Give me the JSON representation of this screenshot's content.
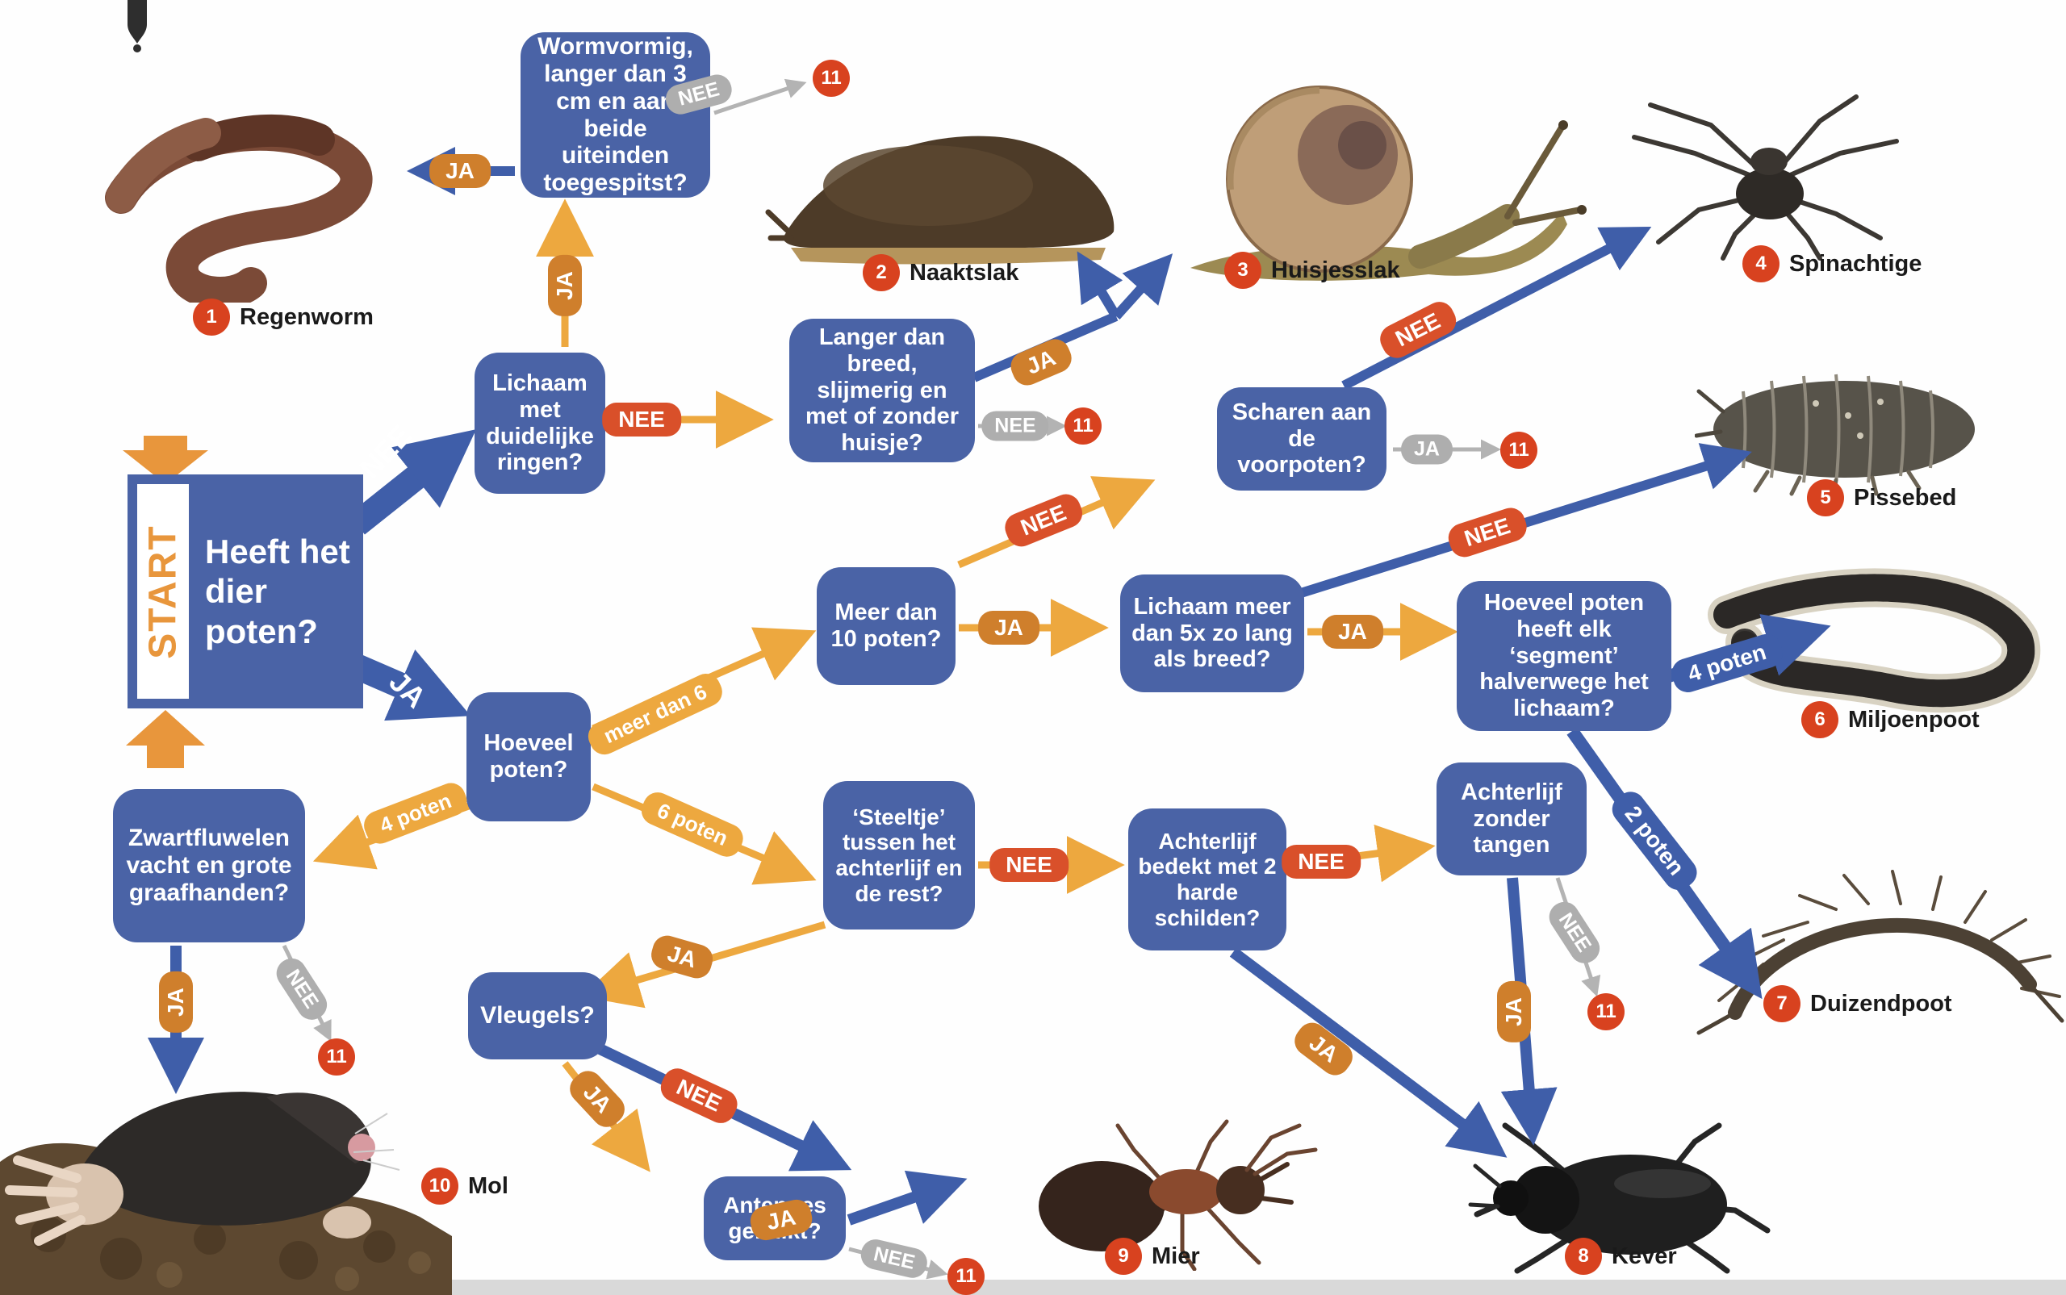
{
  "start": {
    "label": "START",
    "question": "Heeft het dier poten?",
    "nee": "NEE",
    "ja": "JA"
  },
  "questions": {
    "worm": "Wormvormig, langer dan 3 cm en aan beide uiteinden toegespitst?",
    "ringen": "Lichaam met duidelijke ringen?",
    "slijmerig": "Langer dan breed, slijmerig en met of zonder huisje?",
    "scharen": "Scharen aan de voorpoten?",
    "tien_poten": "Meer dan 10 poten?",
    "vijfx": "Lichaam meer dan 5x zo lang als breed?",
    "segment": "Hoeveel poten heeft elk ‘segment’ halverwege het lichaam?",
    "hoeveel_poten": "Hoeveel poten?",
    "vacht": "Zwartfluwelen vacht en grote graafhanden?",
    "steeltje": "‘Steeltje’ tussen het achterlijf en de rest?",
    "schilden": "Achterlijf bedekt met 2 harde schilden?",
    "tangen": "Achterlijf zonder tangen",
    "vleugels": "Vleugels?",
    "antennes": "Antennes geknikt?"
  },
  "labels": {
    "ja": "JA",
    "nee": "NEE",
    "meer_dan_6": "meer dan 6",
    "zes_poten": "6 poten",
    "vier_poten": "4 poten",
    "twee_poten": "2 poten"
  },
  "overflow_badge": "11",
  "animals": [
    {
      "num": "1",
      "name": "Regenworm"
    },
    {
      "num": "2",
      "name": "Naaktslak"
    },
    {
      "num": "3",
      "name": "Huisjesslak"
    },
    {
      "num": "4",
      "name": "Spinachtige"
    },
    {
      "num": "5",
      "name": "Pissebed"
    },
    {
      "num": "6",
      "name": "Miljoenpoot"
    },
    {
      "num": "7",
      "name": "Duizendpoot"
    },
    {
      "num": "8",
      "name": "Kever"
    },
    {
      "num": "9",
      "name": "Mier"
    },
    {
      "num": "10",
      "name": "Mol"
    }
  ],
  "colors": {
    "box_blue": "#4a63a6",
    "arrow_blue": "#3f5ea9",
    "arrow_orange": "#eda83f",
    "ja_orange": "#cf7f2c",
    "nee_red": "#d9502a",
    "gray_pill": "#aeaeae",
    "badge_red": "#d8421f"
  }
}
